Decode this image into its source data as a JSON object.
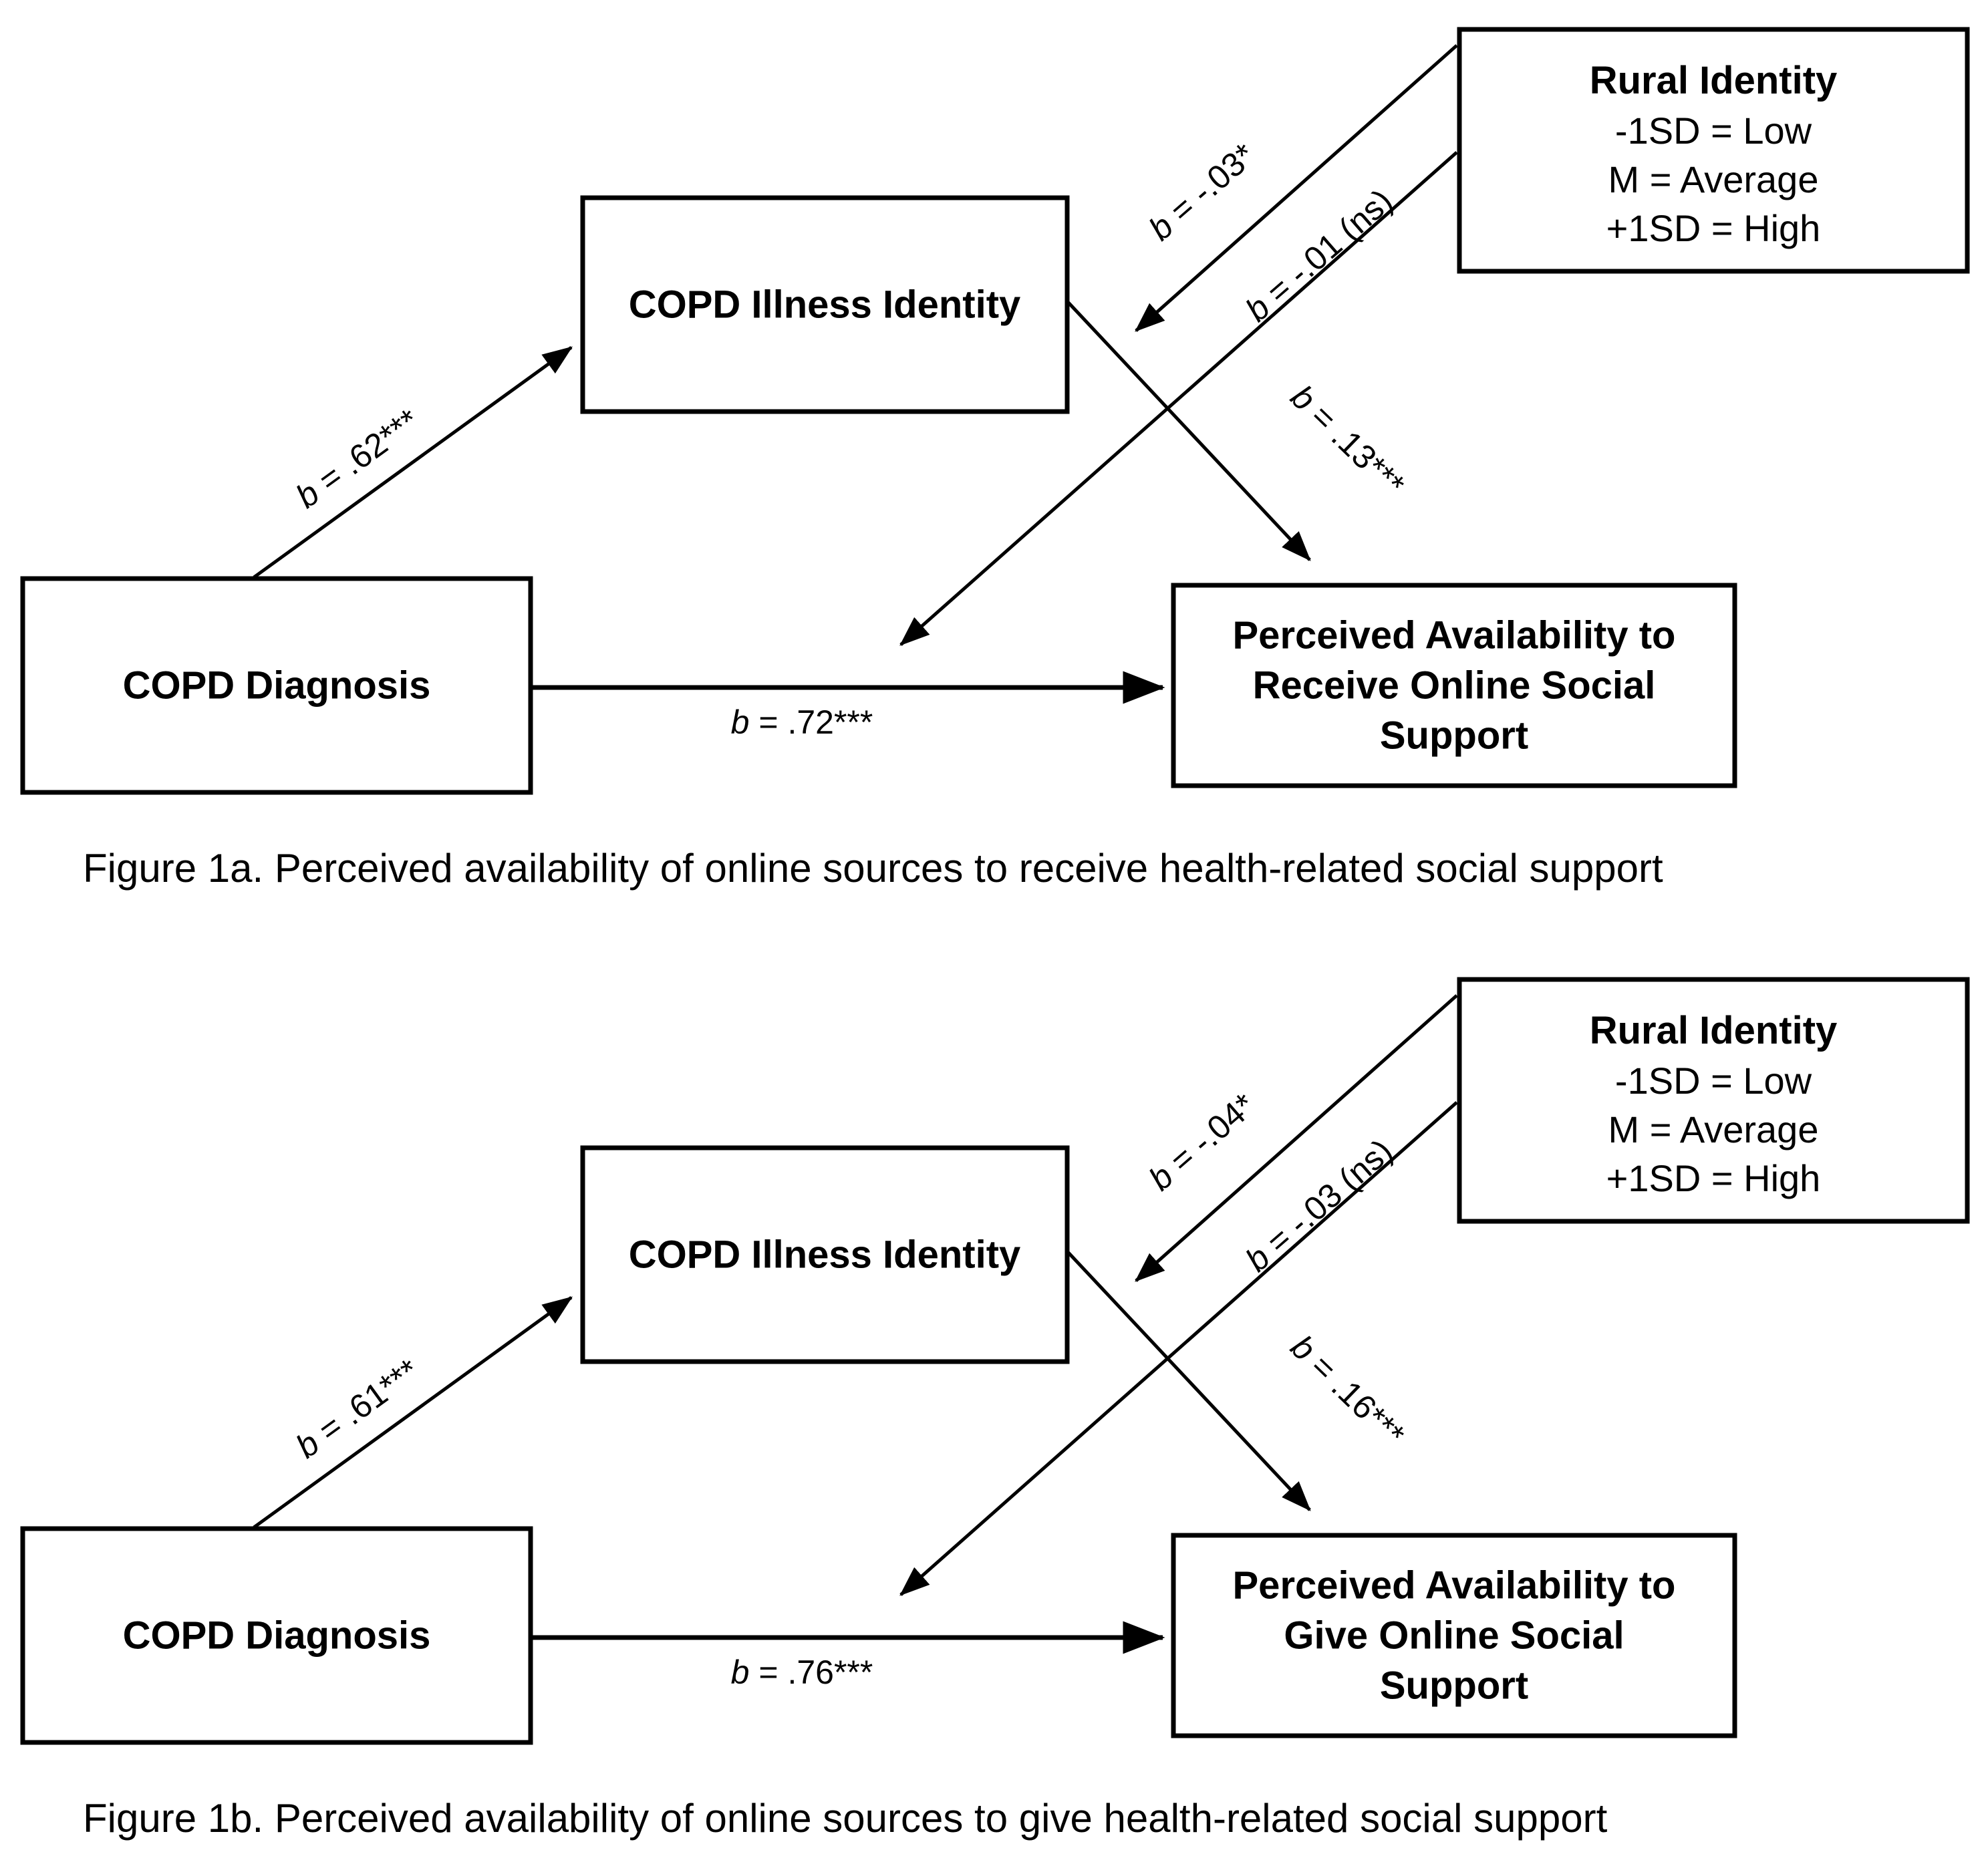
{
  "figures": [
    {
      "id": "figure-1a",
      "caption": "Figure 1a. Perceived availability of online sources to receive health-related social support",
      "nodes": {
        "predictor": "COPD Diagnosis",
        "mediator": "COPD Illness Identity",
        "outcome_line1": "Perceived Availability to",
        "outcome_line2": "Receive Online Social",
        "outcome_line3": "Support",
        "moderator_title": "Rural Identity",
        "moderator_low": "-1SD = Low",
        "moderator_mid": "M = Average",
        "moderator_high": "+1SD = High"
      },
      "paths": {
        "a_path": {
          "b_symbol": "b",
          "equals": " = ",
          "value": ".62***"
        },
        "c_path": {
          "b_symbol": "b",
          "equals": " = ",
          "value": ".72***"
        },
        "mod_a": {
          "b_symbol": "b",
          "equals": " = ",
          "value": "-.03*"
        },
        "mod_b": {
          "b_symbol": "b",
          "equals": " = ",
          "value": "-.01 (ns)"
        },
        "mod_c": {
          "b_symbol": "b",
          "equals": " = ",
          "value": ".13***"
        }
      }
    },
    {
      "id": "figure-1b",
      "caption": "Figure 1b. Perceived availability of online sources to give health-related social support",
      "nodes": {
        "predictor": "COPD Diagnosis",
        "mediator": "COPD Illness Identity",
        "outcome_line1": "Perceived Availability to",
        "outcome_line2": "Give Online Social",
        "outcome_line3": "Support",
        "moderator_title": "Rural Identity",
        "moderator_low": "-1SD = Low",
        "moderator_mid": "M = Average",
        "moderator_high": "+1SD = High"
      },
      "paths": {
        "a_path": {
          "b_symbol": "b",
          "equals": " = ",
          "value": ".61***"
        },
        "c_path": {
          "b_symbol": "b",
          "equals": " = ",
          "value": ".76***"
        },
        "mod_a": {
          "b_symbol": "b",
          "equals": " = ",
          "value": "-.04*"
        },
        "mod_b": {
          "b_symbol": "b",
          "equals": " = ",
          "value": "-.03 (ns)"
        },
        "mod_c": {
          "b_symbol": "b",
          "equals": " = ",
          "value": ".16***"
        }
      }
    }
  ],
  "colors": {
    "stroke": "#000000",
    "background": "#ffffff",
    "text": "#000000"
  }
}
